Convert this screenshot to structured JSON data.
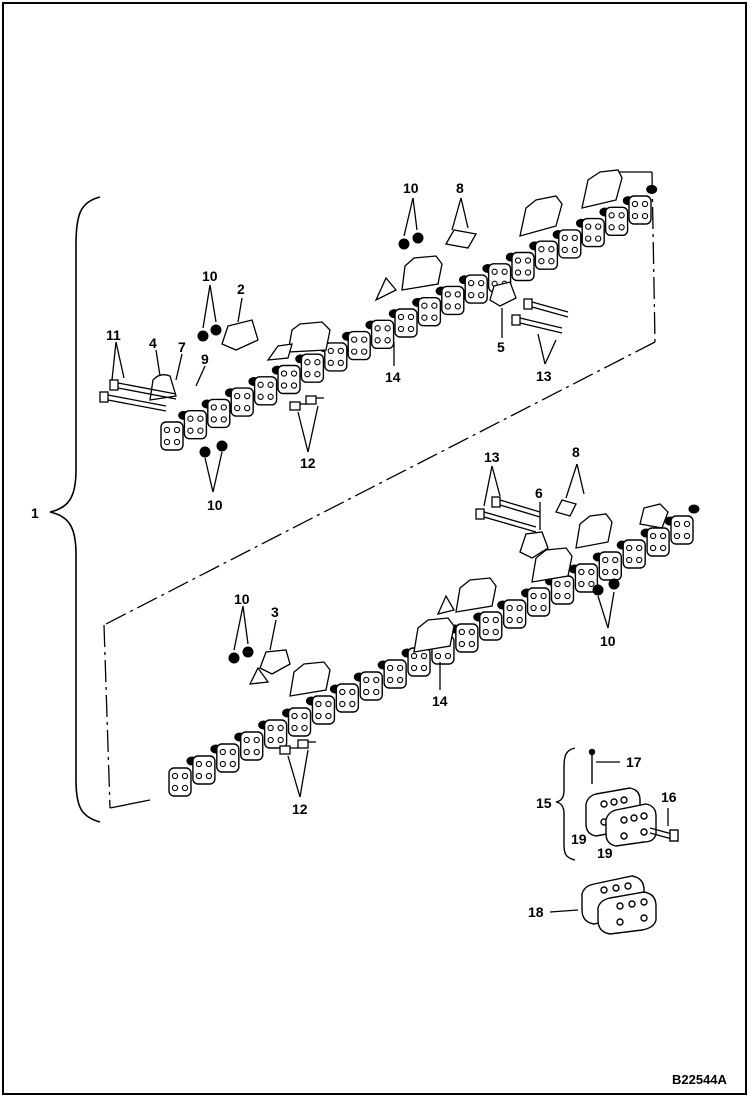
{
  "figure_id": "B22544A",
  "callouts": {
    "c1": "1",
    "c2": "2",
    "c3": "3",
    "c4": "4",
    "c5": "5",
    "c6": "6",
    "c7": "7",
    "c8": "8",
    "c9": "9",
    "c10": "10",
    "c11": "11",
    "c12": "12",
    "c13": "13",
    "c14": "14",
    "c15": "15",
    "c16": "16",
    "c17": "17",
    "c18": "18",
    "c19": "19"
  }
}
